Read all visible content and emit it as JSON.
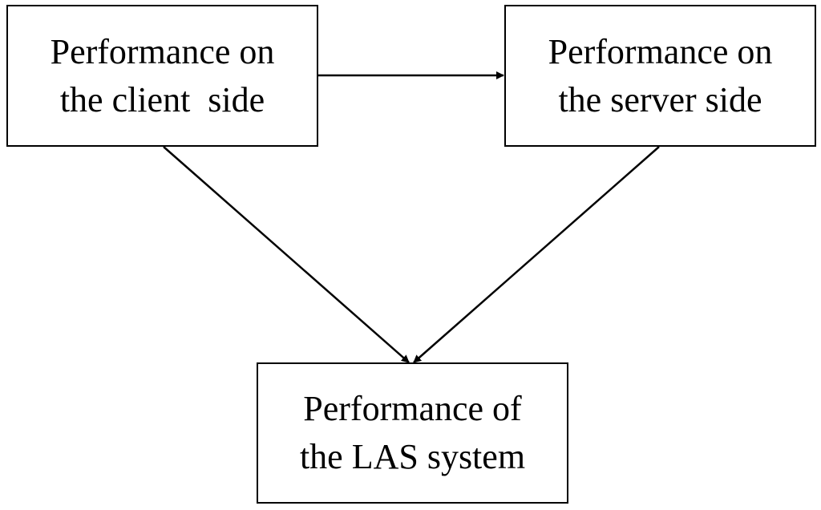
{
  "nodes": {
    "client": {
      "line1": "Performance on",
      "line2": "the client  side"
    },
    "server": {
      "line1": "Performance on",
      "line2": "the server side"
    },
    "las": {
      "line1": "Performance of",
      "line2": "the LAS system"
    }
  },
  "edges": [
    {
      "from": "client",
      "to": "server"
    },
    {
      "from": "client",
      "to": "las"
    },
    {
      "from": "server",
      "to": "las"
    }
  ],
  "colors": {
    "stroke": "#000000",
    "background": "#ffffff"
  }
}
